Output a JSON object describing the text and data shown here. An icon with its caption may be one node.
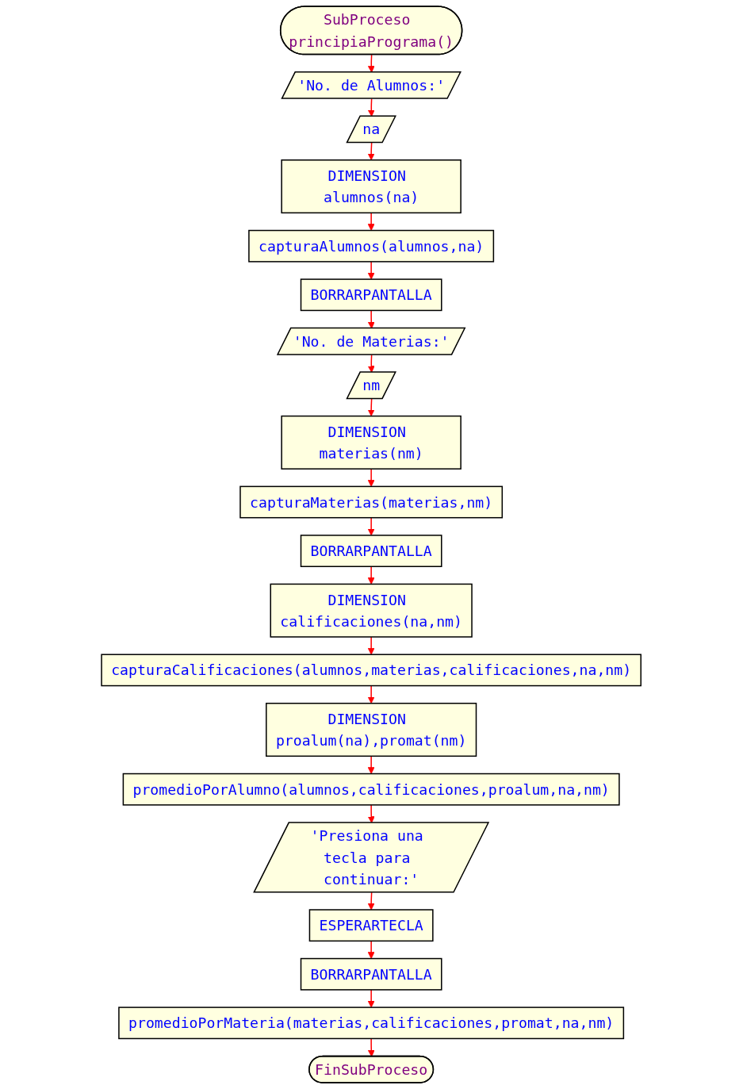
{
  "diagram": {
    "nodes": [
      {
        "text": [
          "SubProceso principiaPrograma()"
        ]
      },
      {
        "text": [
          "'No. de Alumnos:'"
        ]
      },
      {
        "text": [
          "na"
        ]
      },
      {
        "text": [
          "DIMENSION alumnos(na)"
        ]
      },
      {
        "text": [
          "capturaAlumnos(alumnos,na)"
        ]
      },
      {
        "text": [
          "BORRARPANTALLA"
        ]
      },
      {
        "text": [
          "'No. de Materias:'"
        ]
      },
      {
        "text": [
          "nm"
        ]
      },
      {
        "text": [
          "DIMENSION materias(nm)"
        ]
      },
      {
        "text": [
          "capturaMaterias(materias,nm)"
        ]
      },
      {
        "text": [
          "BORRARPANTALLA"
        ]
      },
      {
        "text": [
          "DIMENSION calificaciones(na,nm)"
        ]
      },
      {
        "text": [
          "capturaCalificaciones(alumnos,materias,calificaciones,na,nm)"
        ]
      },
      {
        "text": [
          "DIMENSION proalum(na),promat(nm)"
        ]
      },
      {
        "text": [
          "promedioPorAlumno(alumnos,calificaciones,proalum,na,nm)"
        ]
      },
      {
        "text": [
          "'Presiona una tecla para continuar:'"
        ]
      },
      {
        "text": [
          "ESPERARTECLA"
        ]
      },
      {
        "text": [
          "BORRARPANTALLA"
        ]
      },
      {
        "text": [
          "promedioPorMateria(materias,calificaciones,promat,na,nm)"
        ]
      },
      {
        "text": [
          "FinSubProceso"
        ]
      }
    ],
    "edges": [
      {
        "from": 0,
        "to": 1,
        "arrow": "to"
      },
      {
        "from": 1,
        "to": 2,
        "arrow": "to"
      },
      {
        "from": 2,
        "to": 3,
        "arrow": "to"
      },
      {
        "from": 3,
        "to": 4,
        "arrow": "to"
      },
      {
        "from": 4,
        "to": 5,
        "arrow": "to"
      },
      {
        "from": 5,
        "to": 6,
        "arrow": "to"
      },
      {
        "from": 6,
        "to": 7,
        "arrow": "to"
      },
      {
        "from": 7,
        "to": 8,
        "arrow": "to"
      },
      {
        "from": 8,
        "to": 9,
        "arrow": "to"
      },
      {
        "from": 9,
        "to": 10,
        "arrow": "to"
      },
      {
        "from": 10,
        "to": 11,
        "arrow": "to"
      },
      {
        "from": 11,
        "to": 12,
        "arrow": "to"
      },
      {
        "from": 12,
        "to": 13,
        "arrow": "to"
      },
      {
        "from": 13,
        "to": 14,
        "arrow": "to"
      },
      {
        "from": 14,
        "to": 15,
        "arrow": "to"
      },
      {
        "from": 15,
        "to": 16,
        "arrow": "to"
      },
      {
        "from": 16,
        "to": 17,
        "arrow": "to"
      },
      {
        "from": 17,
        "to": 18,
        "arrow": "to"
      },
      {
        "from": 18,
        "to": 19,
        "arrow": "to"
      }
    ]
  }
}
